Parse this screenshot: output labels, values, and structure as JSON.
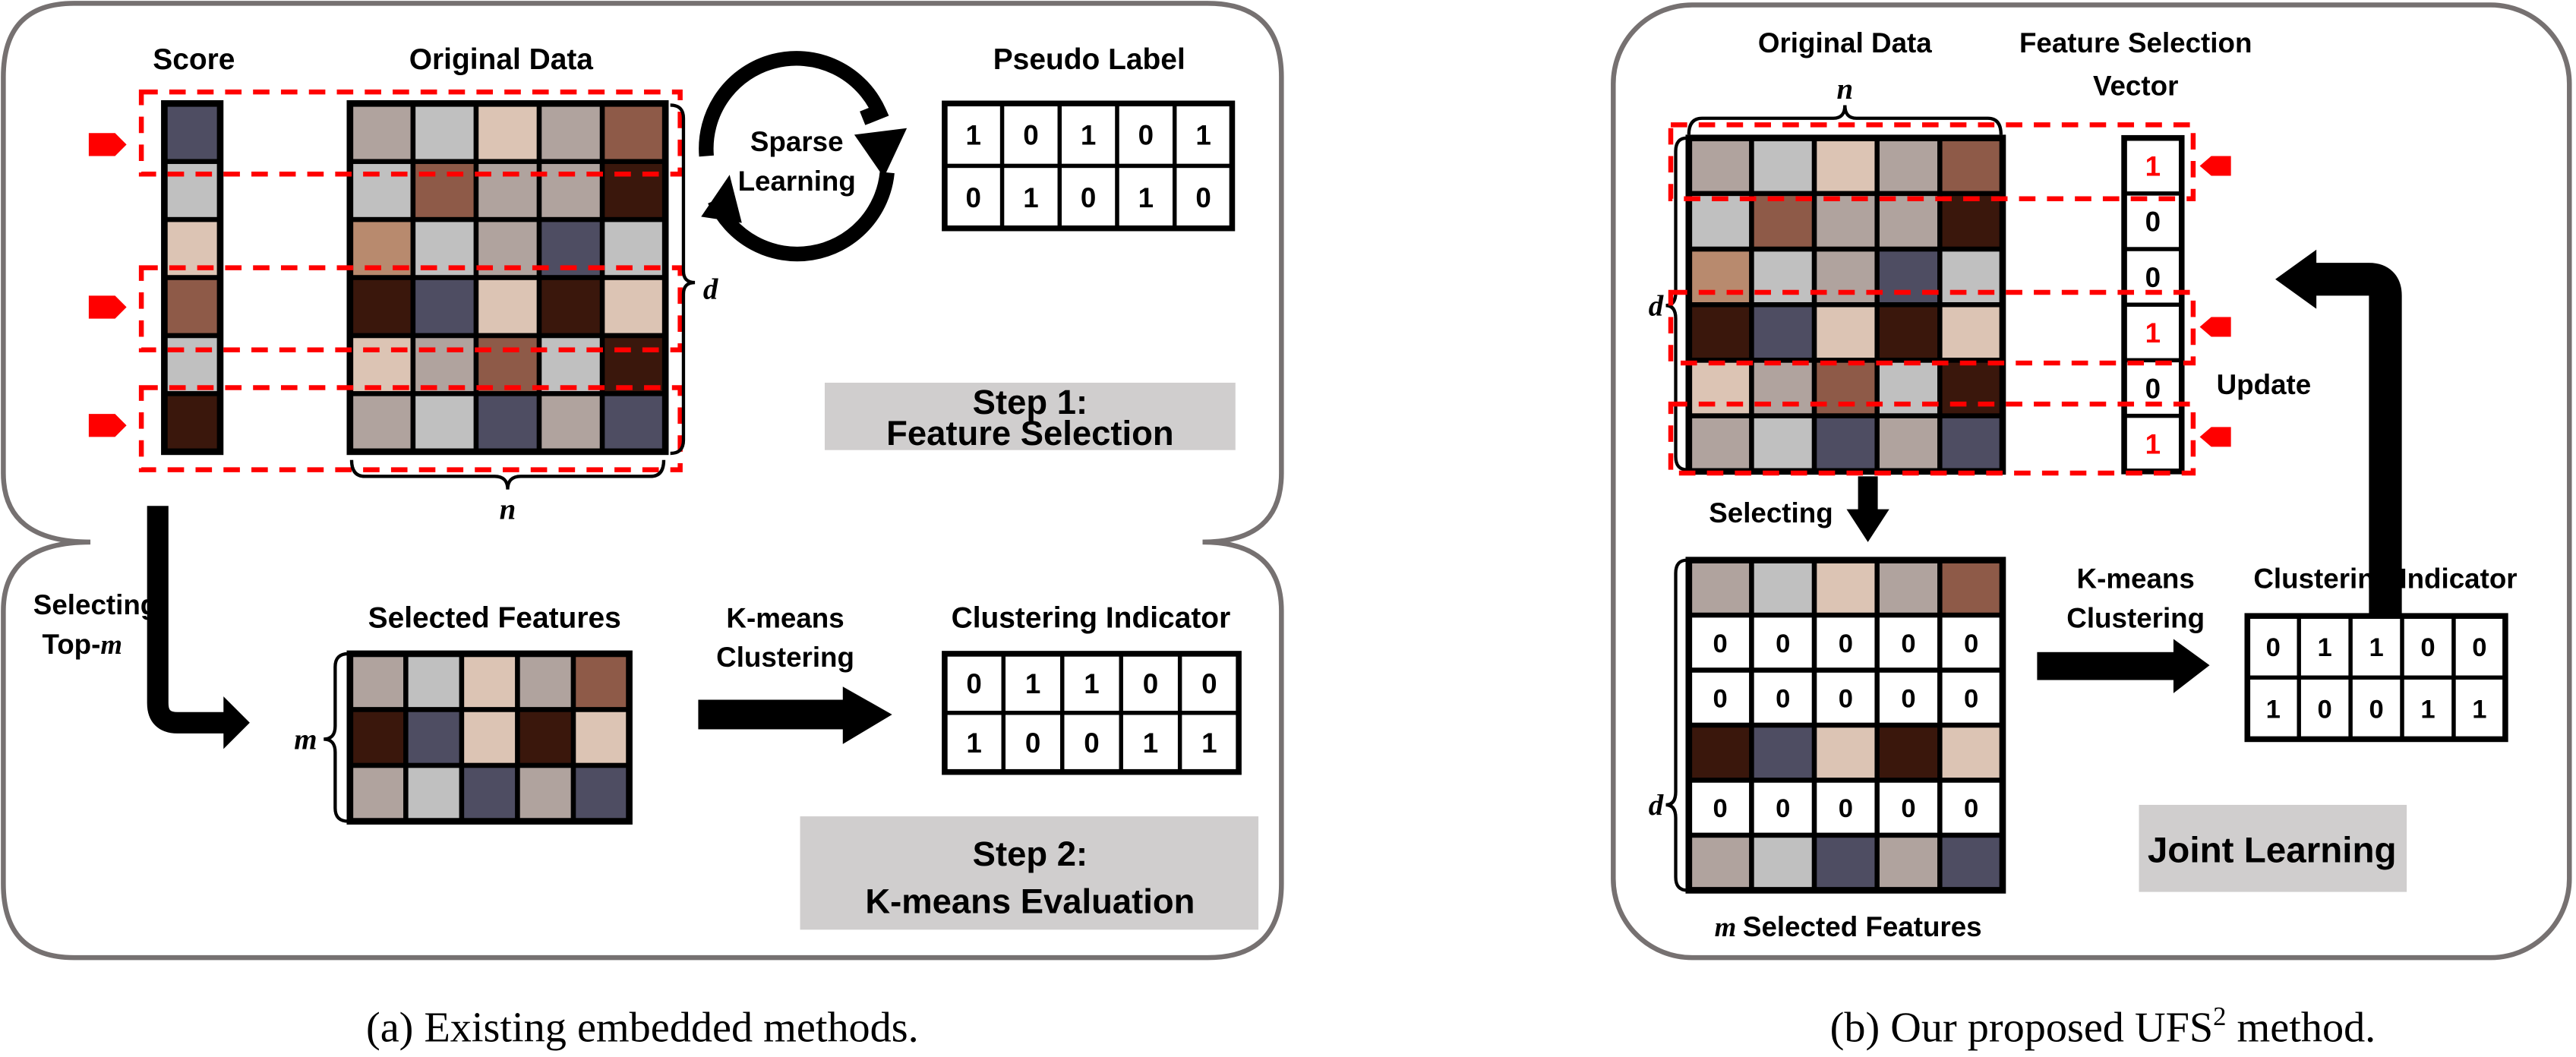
{
  "palette": {
    "A": "#b0a39e",
    "B": "#c0c0c0",
    "C": "#dcc4b4",
    "D": "#8e5a48",
    "E": "#3a170c",
    "F": "#4e4d62",
    "G": "#b88a6e"
  },
  "colors": {
    "panel_border": "#767171",
    "step_box": "#d0cece",
    "highlight_red": "#ff0000"
  },
  "panel_a": {
    "score_label": "Score",
    "original_data_label": "Original Data",
    "pseudo_label_title": "Pseudo Label",
    "sparse_learning": [
      "Sparse",
      "Learning"
    ],
    "score_column": [
      "F",
      "B",
      "C",
      "D",
      "B",
      "E"
    ],
    "original_data": [
      [
        "A",
        "B",
        "C",
        "A",
        "D"
      ],
      [
        "B",
        "D",
        "A",
        "A",
        "E"
      ],
      [
        "G",
        "B",
        "A",
        "F",
        "B"
      ],
      [
        "E",
        "F",
        "C",
        "E",
        "C"
      ],
      [
        "C",
        "A",
        "D",
        "B",
        "E"
      ],
      [
        "A",
        "B",
        "F",
        "A",
        "F"
      ]
    ],
    "highlighted_rows": [
      0,
      3,
      5
    ],
    "dim_d": "d",
    "dim_n": "n",
    "pseudo_label": [
      [
        "1",
        "0",
        "1",
        "0",
        "1"
      ],
      [
        "0",
        "1",
        "0",
        "1",
        "0"
      ]
    ],
    "step1": [
      "Step 1:",
      "Feature Selection"
    ],
    "selecting": [
      "Selecting",
      "Top-",
      "m"
    ],
    "selected_features_label": "Selected Features",
    "selected_features": [
      [
        "A",
        "B",
        "C",
        "A",
        "D"
      ],
      [
        "E",
        "F",
        "C",
        "E",
        "C"
      ],
      [
        "A",
        "B",
        "F",
        "A",
        "F"
      ]
    ],
    "dim_m": "m",
    "kmeans": [
      "K-means",
      "Clustering"
    ],
    "clustering_indicator_label": "Clustering Indicator",
    "clustering_indicator": [
      [
        "0",
        "1",
        "1",
        "0",
        "0"
      ],
      [
        "1",
        "0",
        "0",
        "1",
        "1"
      ]
    ],
    "step2": [
      "Step 2:",
      "K-means Evaluation"
    ],
    "caption": "(a)  Existing embedded methods."
  },
  "panel_b": {
    "original_data_label": "Original Data",
    "dim_n": "n",
    "fs_vector_label": [
      "Feature Selection",
      "Vector"
    ],
    "original_data": [
      [
        "A",
        "B",
        "C",
        "A",
        "D"
      ],
      [
        "B",
        "D",
        "A",
        "A",
        "E"
      ],
      [
        "G",
        "B",
        "A",
        "F",
        "B"
      ],
      [
        "E",
        "F",
        "C",
        "E",
        "C"
      ],
      [
        "C",
        "A",
        "D",
        "B",
        "E"
      ],
      [
        "A",
        "B",
        "F",
        "A",
        "F"
      ]
    ],
    "fs_vector": [
      "1",
      "0",
      "0",
      "1",
      "0",
      "1"
    ],
    "highlighted_rows": [
      0,
      3,
      5
    ],
    "dim_d": "d",
    "update": "Update",
    "selecting": "Selecting",
    "selected_matrix": [
      [
        "A",
        "B",
        "C",
        "A",
        "D"
      ],
      [
        "0",
        "0",
        "0",
        "0",
        "0"
      ],
      [
        "0",
        "0",
        "0",
        "0",
        "0"
      ],
      [
        "E",
        "F",
        "C",
        "E",
        "C"
      ],
      [
        "0",
        "0",
        "0",
        "0",
        "0"
      ],
      [
        "A",
        "B",
        "F",
        "A",
        "F"
      ]
    ],
    "selected_label_m": "m",
    "selected_label": "Selected Features",
    "kmeans": [
      "K-means",
      "Clustering"
    ],
    "clustering_indicator_label": "Clustering Indicator",
    "clustering_indicator": [
      [
        "0",
        "1",
        "1",
        "0",
        "0"
      ],
      [
        "1",
        "0",
        "0",
        "1",
        "1"
      ]
    ],
    "joint_learning": "Joint Learning",
    "caption_prefix": "(b)  Our proposed UFS",
    "caption_sup": "2",
    "caption_suffix": " method."
  }
}
